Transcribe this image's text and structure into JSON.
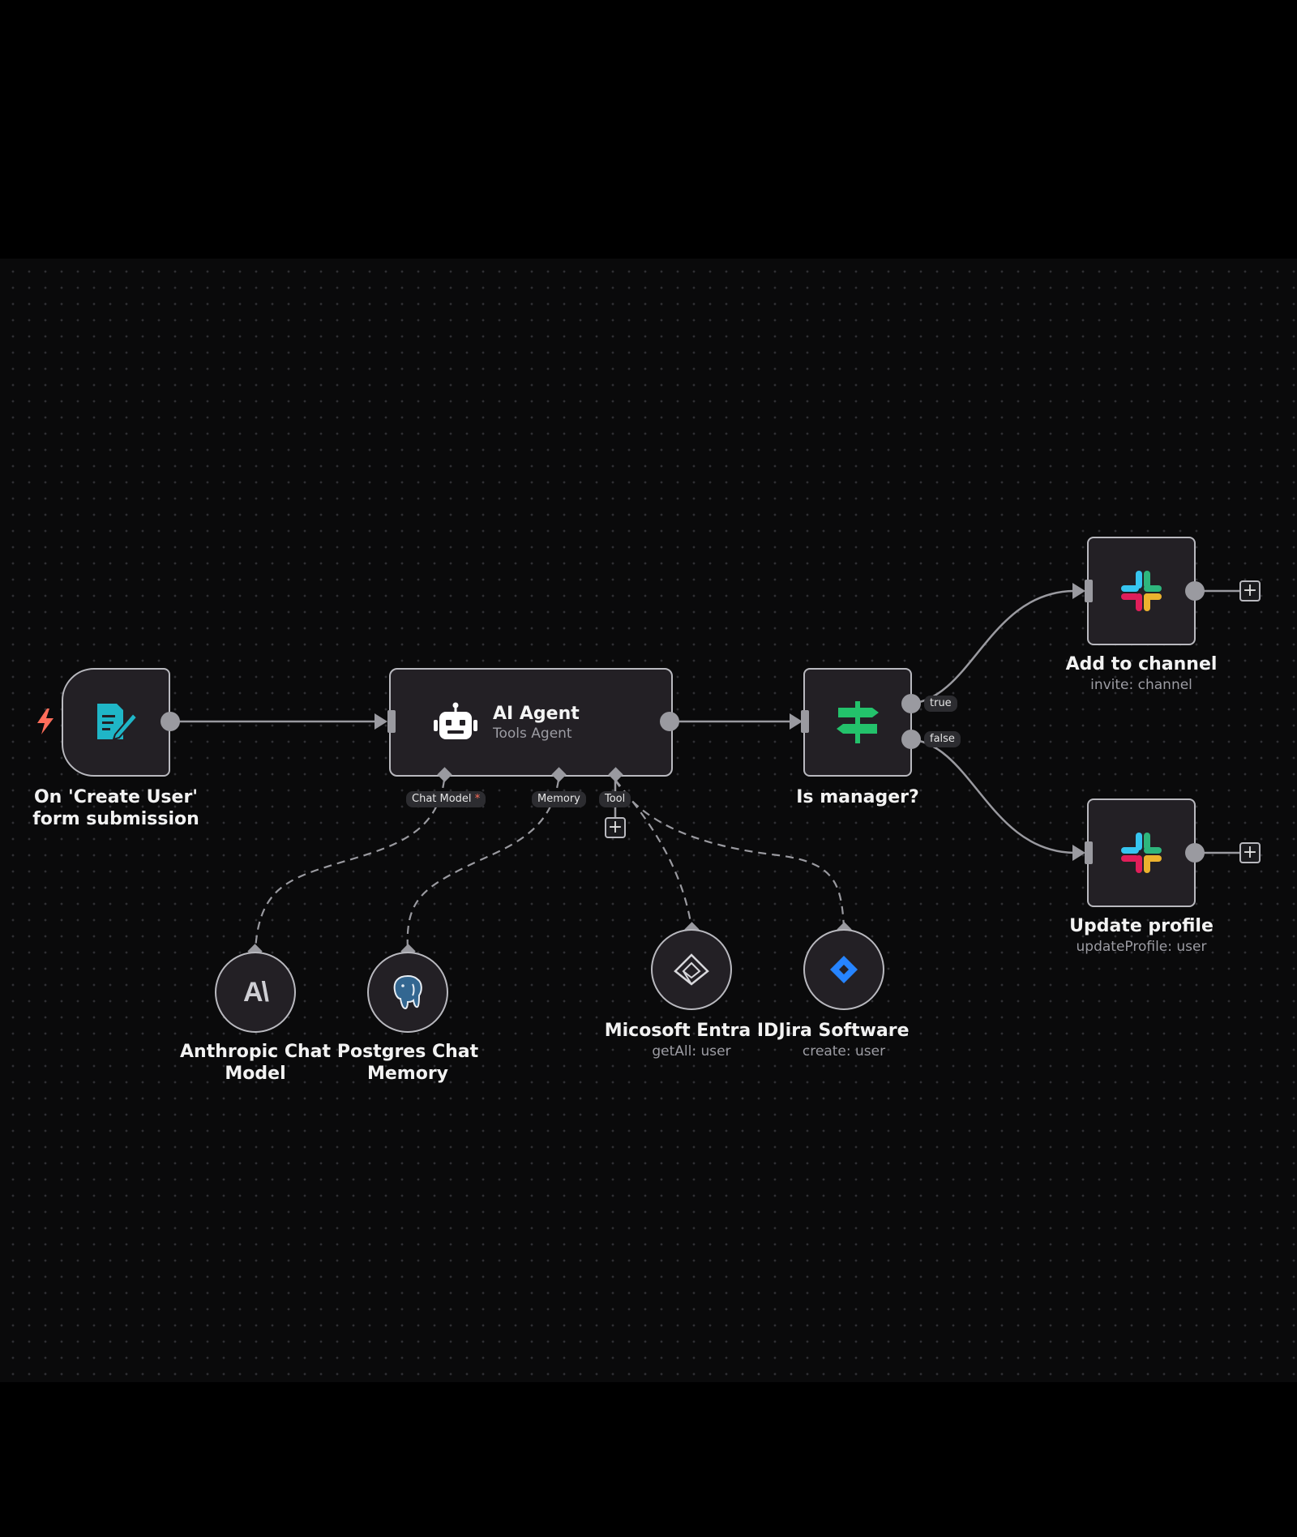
{
  "nodes": {
    "form_trigger": {
      "label": "On 'Create User' form submission"
    },
    "ai_agent": {
      "title": "AI Agent",
      "subtitle": "Tools Agent"
    },
    "is_manager": {
      "label": "Is manager?"
    },
    "add_to_channel": {
      "label": "Add to channel",
      "subtitle": "invite: channel"
    },
    "update_profile": {
      "label": "Update profile",
      "subtitle": "updateProfile: user"
    },
    "anthropic": {
      "label": "Anthropic Chat Model",
      "icon_text": "A\\"
    },
    "postgres": {
      "label": "Postgres Chat Memory"
    },
    "entra": {
      "label": "Micosoft Entra ID",
      "subtitle": "getAll: user"
    },
    "jira": {
      "label": "Jira Software",
      "subtitle": "create: user"
    }
  },
  "agent_ports": {
    "chat_model": "Chat Model",
    "chat_model_required": "*",
    "memory": "Memory",
    "tool": "Tool"
  },
  "branches": {
    "true_label": "true",
    "false_label": "false"
  },
  "plus_symbol": "+",
  "colors": {
    "trigger_bolt": "#ff6d5a",
    "form_icon": "#1fb6c7",
    "if_icon": "#23c26b",
    "jira": "#2684ff",
    "wire": "#9a9aa0",
    "node_border": "#b9b9bf",
    "node_bg": "#232025"
  },
  "icons": {
    "trigger": "lightning-bolt-icon",
    "form": "form-edit-icon",
    "agent": "robot-icon",
    "if": "signpost-icon",
    "slack": "slack-icon",
    "anthropic": "anthropic-icon",
    "postgres": "postgres-elephant-icon",
    "entra": "entra-id-icon",
    "jira": "jira-icon"
  }
}
